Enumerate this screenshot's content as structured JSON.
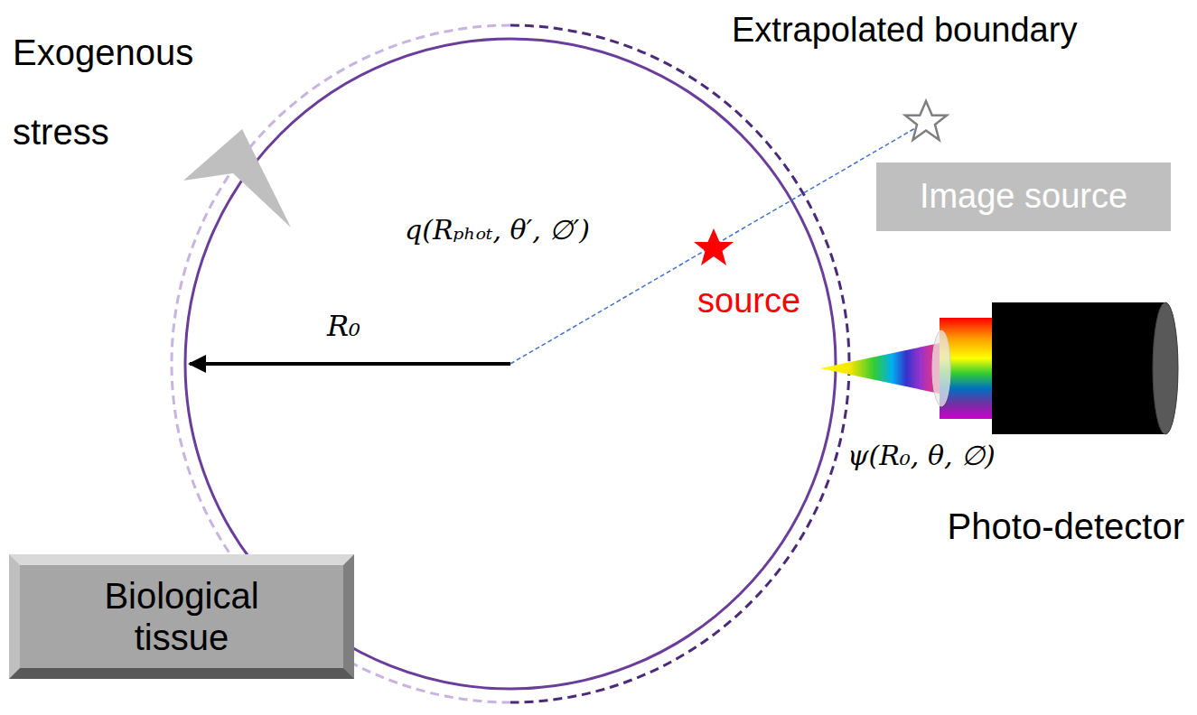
{
  "diagram": {
    "nodes": [
      {
        "text": [
          "Image source"
        ]
      },
      {
        "text": [
          "Biological tissue"
        ]
      }
    ],
    "labels": [
      "Extrapolated boundary",
      "Exogenous stress",
      "q(Rₚₕₒₜ, θ′, ∅′)",
      "source",
      "R₀",
      "ψ(R₀, θ, ∅)",
      "Photo-detector"
    ]
  }
}
